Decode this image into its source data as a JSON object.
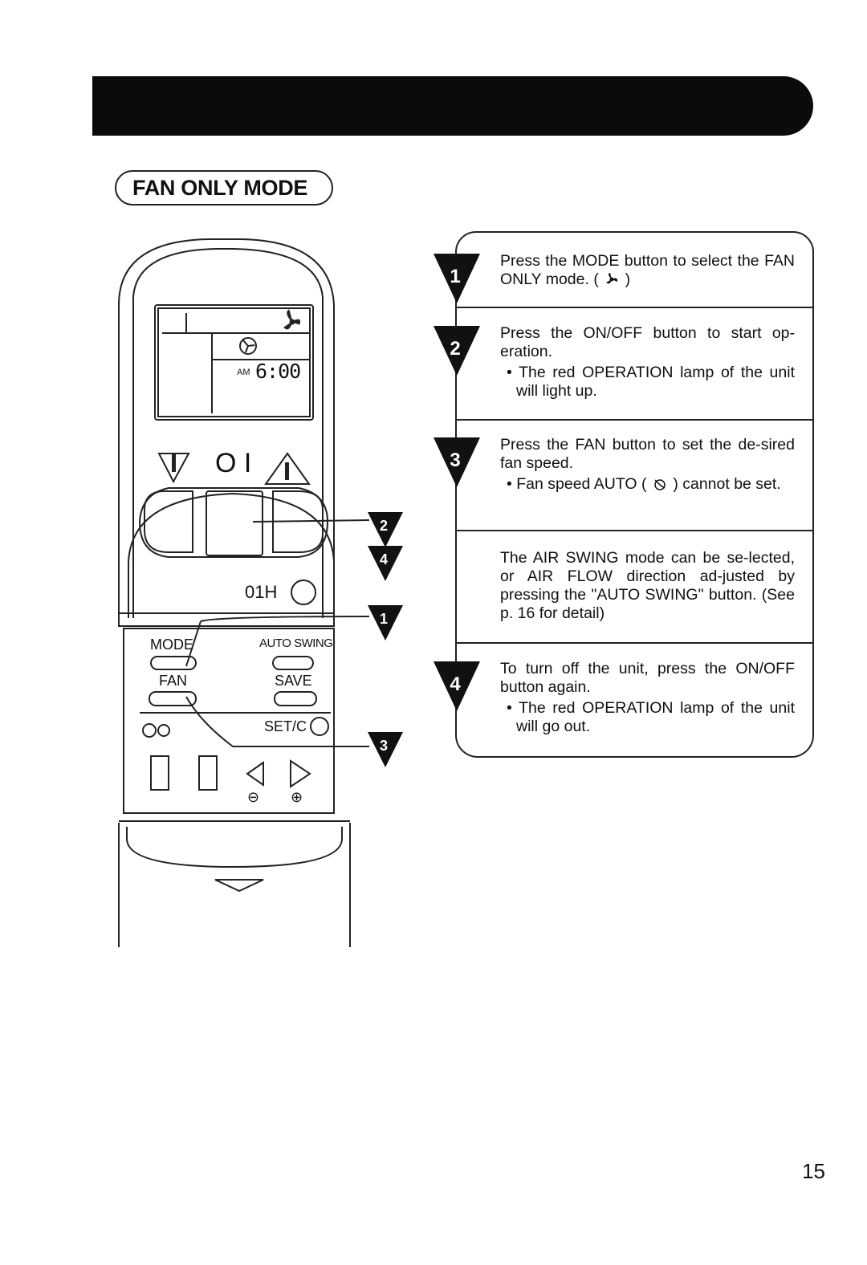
{
  "section_title": "FAN ONLY MODE",
  "steps": [
    {
      "number": "1",
      "text": "Press the MODE button to select the FAN ONLY mode. (",
      "icon": "fan-icon",
      "text_after": ")",
      "bullet": ""
    },
    {
      "number": "2",
      "text": "Press the ON/OFF button to start op-eration.",
      "icon": "",
      "text_after": "",
      "bullet": "The red OPERATION lamp of the unit will light up."
    },
    {
      "number": "3",
      "text": "Press the FAN button to set the de-sired fan speed.",
      "icon": "",
      "text_after": "",
      "bullet_pre": "Fan speed AUTO (",
      "bullet_icon": "fan-auto-icon",
      "bullet_post": ") cannot be set."
    },
    {
      "number": "",
      "text": "The AIR SWING mode can be se-lected, or AIR FLOW direction ad-justed by pressing the \"AUTO SWING\" button. (See p. 16 for detail)",
      "icon": "",
      "text_after": "",
      "bullet": ""
    },
    {
      "number": "4",
      "text": "To turn off the unit, press the ON/OFF button again.",
      "icon": "",
      "text_after": "",
      "bullet": "The red OPERATION lamp of the unit will go out."
    }
  ],
  "remote": {
    "display_am": "AM",
    "display_time": "6:00",
    "onoff_symbol": "O I",
    "timer_label": "01H",
    "mode_label": "MODE",
    "auto_swing_label": "AUTO SWING",
    "fan_label": "FAN",
    "save_label": "SAVE",
    "set_label": "SET/C",
    "minus_symbol": "⊖",
    "plus_symbol": "⊕",
    "callouts": [
      "2",
      "4",
      "1",
      "3"
    ]
  },
  "page_number": "15"
}
